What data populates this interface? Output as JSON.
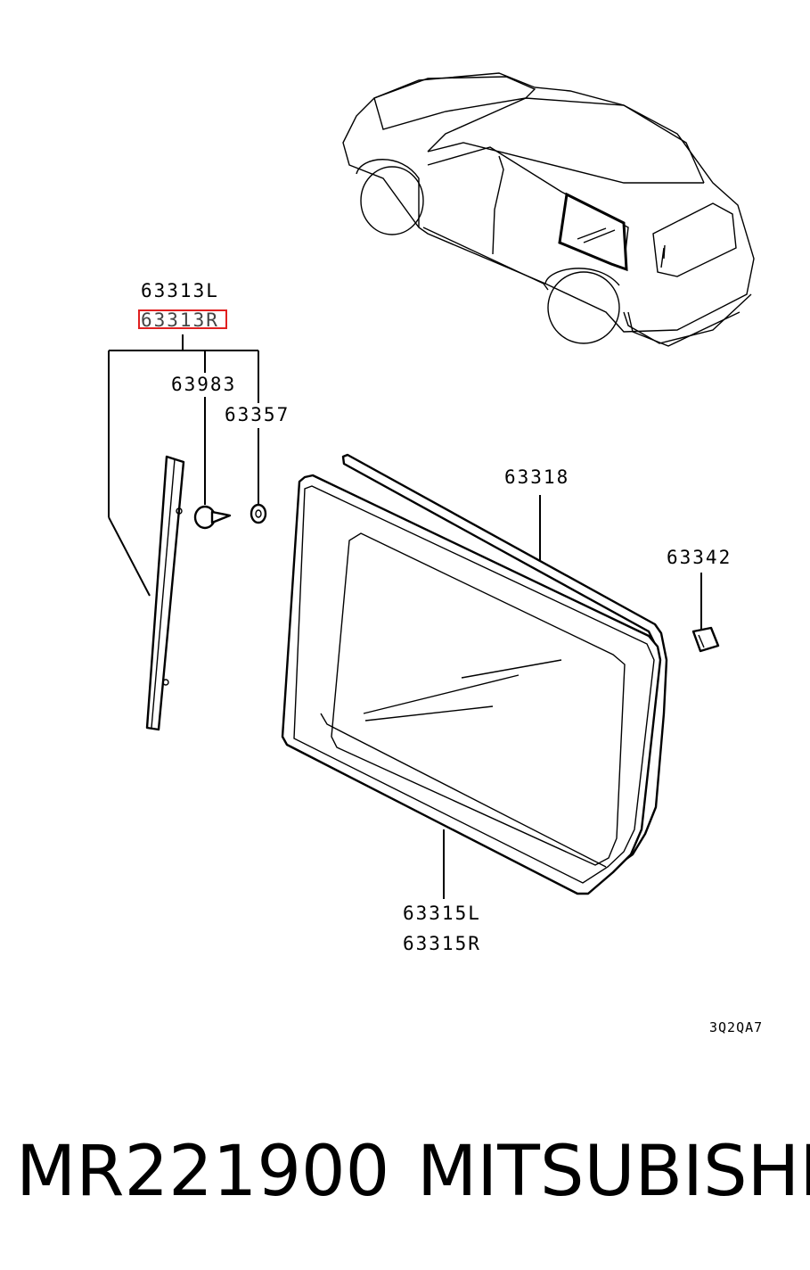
{
  "labels": {
    "part_63313L": "63313L",
    "part_63313R": "63313R",
    "part_63983": "63983",
    "part_63357": "63357",
    "part_63318": "63318",
    "part_63342": "63342",
    "part_63315L": "63315L",
    "part_63315R": "63315R"
  },
  "diagram_code": "3Q2QA7",
  "caption": {
    "part_number": "MR221900",
    "brand": "MITSUBISHI"
  },
  "colors": {
    "highlight": "#e02020",
    "line": "#000000",
    "background": "#ffffff"
  }
}
